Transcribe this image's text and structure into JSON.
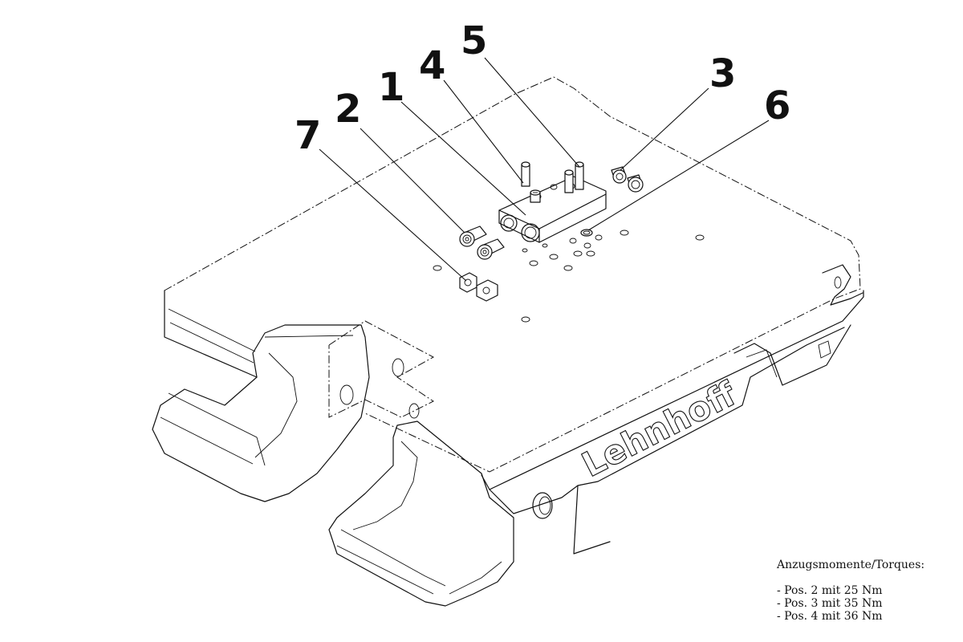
{
  "brand_text": "Lehnhoff",
  "callouts": [
    {
      "label": "1"
    },
    {
      "label": "2"
    },
    {
      "label": "3"
    },
    {
      "label": "4"
    },
    {
      "label": "5"
    },
    {
      "label": "6"
    },
    {
      "label": "7"
    }
  ],
  "torque_notes": {
    "title": "Anzugsmomente/Torques:",
    "lines": [
      "- Pos. 2 mit 25 Nm",
      "- Pos. 3 mit 35 Nm",
      "- Pos. 4 mit 36 Nm"
    ]
  }
}
